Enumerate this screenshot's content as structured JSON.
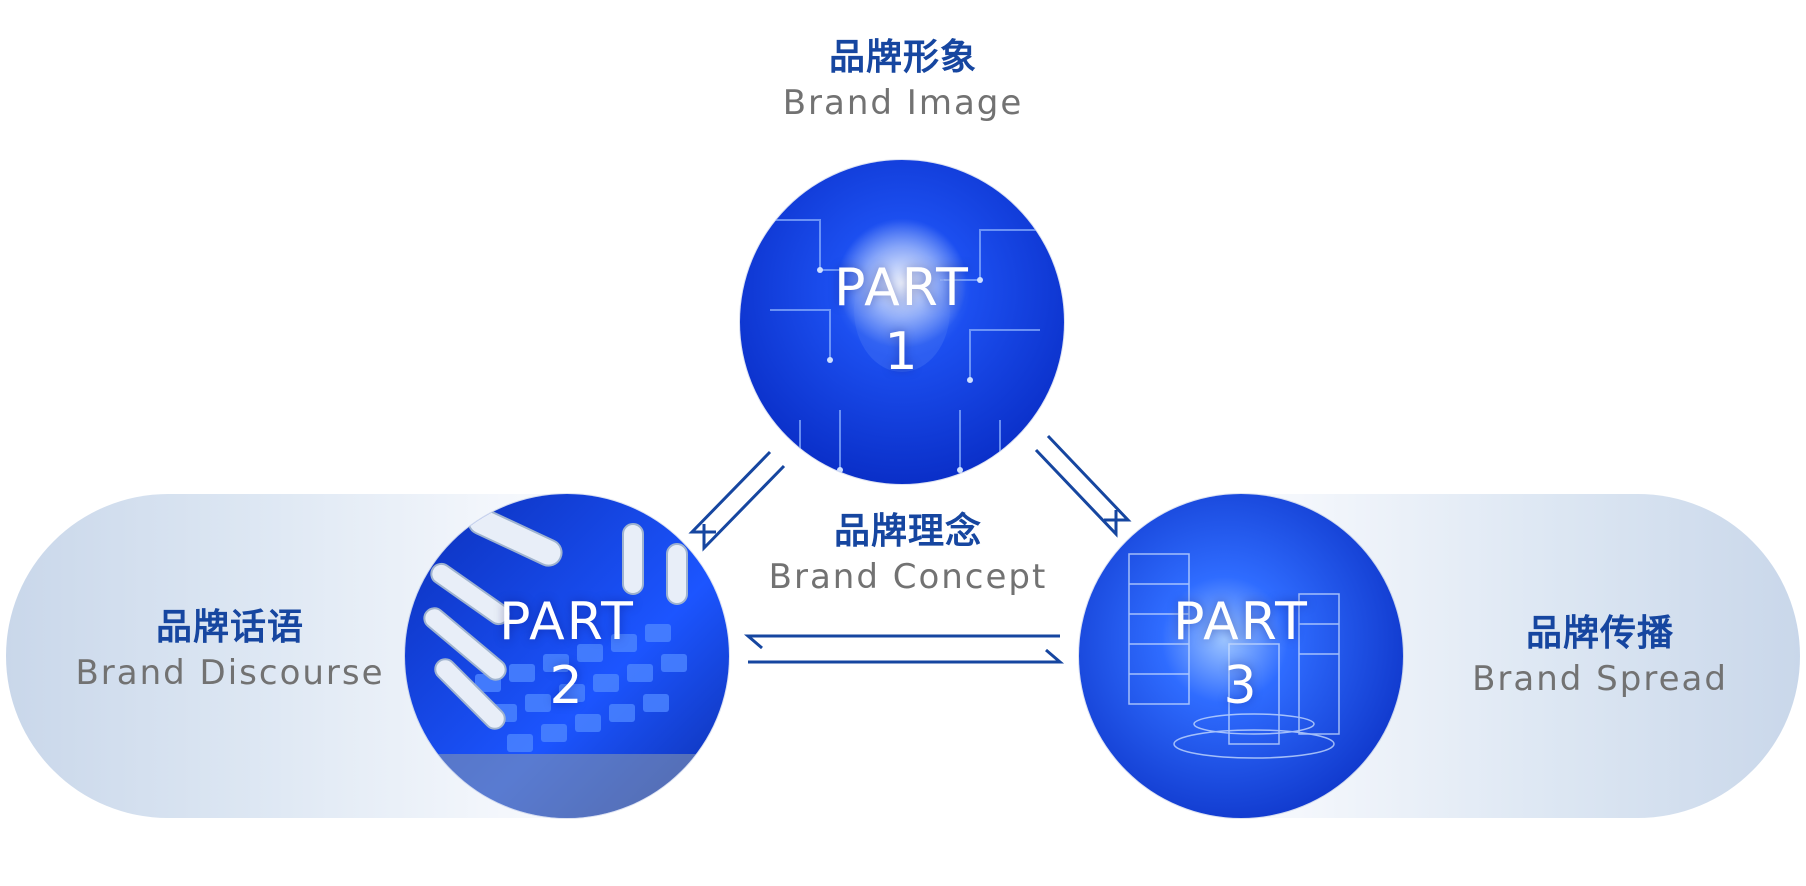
{
  "colors": {
    "accent": "#1646a0",
    "circle_blue": "#0a35d8",
    "english_gray": "#727272",
    "pill_gradient_edge": "#c9d7ea"
  },
  "parts": [
    {
      "word": "PART",
      "number": "1"
    },
    {
      "word": "PART",
      "number": "2"
    },
    {
      "word": "PART",
      "number": "3"
    }
  ],
  "labels": {
    "top": {
      "zh": "品牌形象",
      "en": "Brand Image"
    },
    "center": {
      "zh": "品牌理念",
      "en": "Brand Concept"
    },
    "left": {
      "zh": "品牌话语",
      "en": "Brand Discourse"
    },
    "right": {
      "zh": "品牌传播",
      "en": "Brand Spread"
    }
  },
  "icons": [
    "double-arrow-icon",
    "double-arrow-icon",
    "double-arrow-icon"
  ]
}
